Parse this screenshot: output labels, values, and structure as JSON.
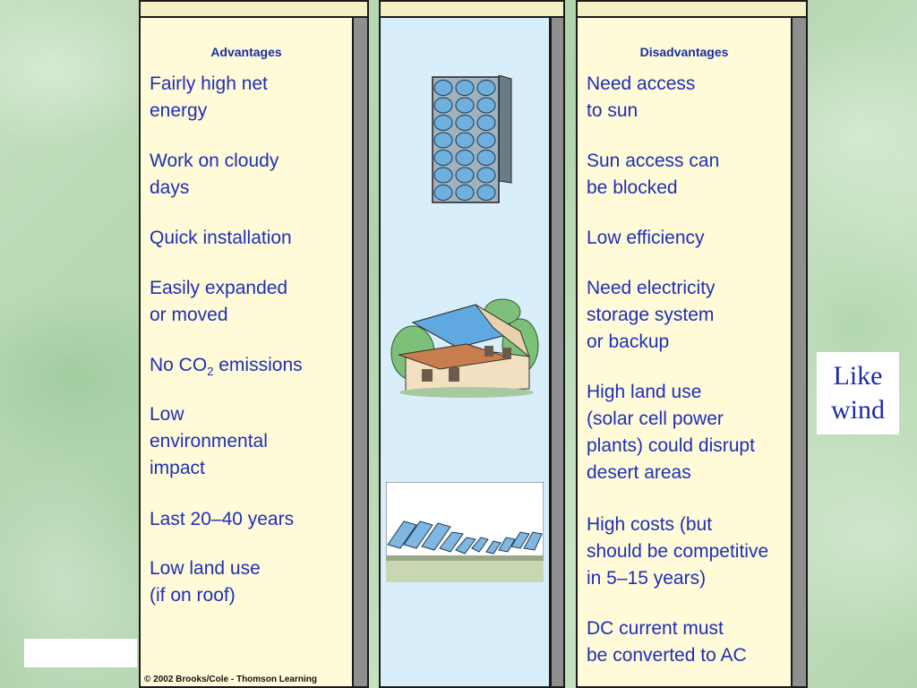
{
  "advantages": {
    "title": "Advantages",
    "items": [
      "Fairly high net\nenergy",
      "Work on cloudy\ndays",
      "Quick installation",
      "Easily expanded\nor moved",
      "",
      "Low\nenvironmental\nimpact",
      "Last 20–40 years",
      "Low land use\n(if on roof)"
    ],
    "co2": {
      "prefix": "No CO",
      "subscript": "2",
      "suffix": " emissions"
    }
  },
  "disadvantages": {
    "title": "Disadvantages",
    "items": [
      "Need access\nto sun",
      "Sun access can\nbe blocked",
      "Low efficiency",
      "Need electricity\nstorage system\nor backup",
      "High land use\n(solar cell power\nplants) could disrupt\ndesert areas",
      "High costs (but\nshould be competitive\nin 5–15 years)",
      "DC current must\nbe converted to AC"
    ]
  },
  "credit": "© 2002 Brooks/Cole - Thomson Learning",
  "note": {
    "line1": "Like",
    "line2": "wind"
  },
  "icons": [
    "solar-panel-icon",
    "house-with-solar-roof-icon",
    "solar-array-field-icon"
  ]
}
